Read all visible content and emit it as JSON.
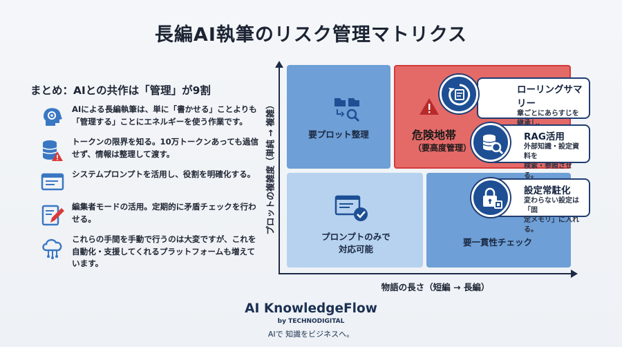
{
  "title": "長編AI執筆のリスク管理マトリクス",
  "summary": {
    "heading": "まとめ：AIとの共作は「管理」が9割",
    "points": [
      {
        "icon": "ai-head-icon",
        "text": "AIによる長編執筆は、単に「書かせる」ことよりも「管理する」ことにエネルギーを使う作業です。"
      },
      {
        "icon": "database-warning-icon",
        "text": "トークンの限界を知る。10万トークンあっても過信せず、情報は整理して渡す。"
      },
      {
        "icon": "prompt-window-icon",
        "text": "システムプロンプトを活用し、役割を明確化する。"
      },
      {
        "icon": "pencil-edit-icon",
        "text": "編集者モードの活用。定期的に矛盾チェックを行わせる。"
      },
      {
        "icon": "cloud-network-icon",
        "text": "これらの手間を手動で行うのは大変ですが、これを自動化・支援してくれるプラットフォームも増えています。"
      }
    ]
  },
  "matrix": {
    "y_axis_label": "プロットの複雑度（単純 → 複雑）",
    "x_axis_label": "物語の長さ（短編 → 長編）",
    "quadrants": {
      "top_left": "要プロット整理",
      "top_right_title": "危険地帯",
      "top_right_sub": "（要高度管理）",
      "bottom_left": "プロンプトのみで\n対応可能",
      "bottom_right": "要一貫性チェック"
    },
    "callouts": [
      {
        "icon": "rolling-summary-icon",
        "title": "ローリングサマリー",
        "desc": "章ごとにあらすじを継承し、\nバトンをつなぐ。"
      },
      {
        "icon": "rag-search-icon",
        "title": "RAG活用",
        "desc": "外部知識・設定資料を\n検索・参照させる。"
      },
      {
        "icon": "lock-chip-icon",
        "title": "設定常駐化",
        "desc": "変わらない設定は「固\n定メモリ」に入れる。"
      }
    ]
  },
  "brand": {
    "name": "AI KnowledgeFlow",
    "by": "by TECHNODIGITAL",
    "tagline": "AIで 知識をビジネスへ。"
  },
  "colors": {
    "blue_quadrant": "#6e9fd6",
    "light_blue_quadrant": "#b6d2ef",
    "danger_quadrant": "#e46a68",
    "navy": "#1f3d72"
  }
}
